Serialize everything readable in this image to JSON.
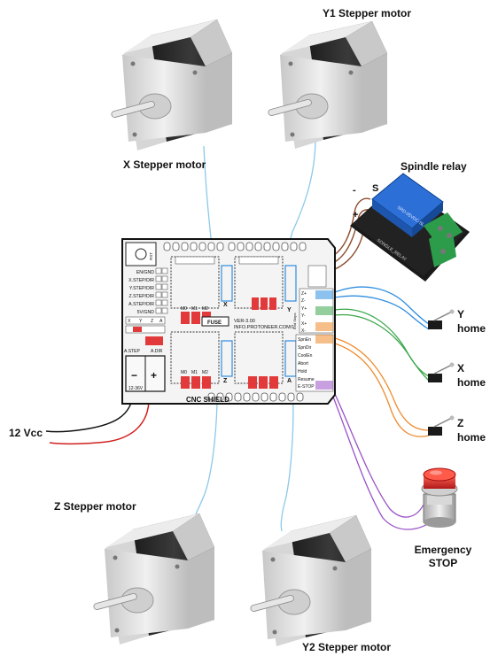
{
  "labels": {
    "x_motor": "X Stepper motor",
    "y1_motor": "Y1 Stepper motor",
    "z_motor": "Z Stepper motor",
    "y2_motor": "Y2 Stepper motor",
    "spindle_relay": "Spindle relay",
    "vcc": "12 Vcc",
    "y_home_1": "Y",
    "y_home_2": "home",
    "x_home_1": "X",
    "x_home_2": "home",
    "z_home_1": "Z",
    "z_home_2": "home",
    "estop_1": "Emergency",
    "estop_2": "STOP"
  },
  "relay": {
    "minus": "-",
    "plus": "+",
    "signal": "S",
    "brand": "SRD-05VDC-SL-C",
    "board": "SONGLE_RELAY"
  },
  "shield": {
    "title": "CNC SHIELD",
    "version": "VER-3.00",
    "website": "INFO.PROTONEER.COM/1",
    "fuse": "FUSE",
    "rst": "RST",
    "left_pins": [
      "EN/GND",
      "X.STEP/DIR",
      "Y.STEP/DIR",
      "Z.STEP/DIR",
      "A.STEP/DIR",
      "5V/GND"
    ],
    "microstep": [
      "M0",
      "M1",
      "M2"
    ],
    "driver_x": "X",
    "driver_y": "Y",
    "driver_z": "Z",
    "driver_a": "A",
    "power_minus": "−",
    "power_plus": "+",
    "power_range": "12-36V",
    "end_stops": [
      "Z+",
      "Z-",
      "Y+",
      "Y-",
      "X+",
      "X-"
    ],
    "end_stops_label": "End Stops",
    "controls": [
      "SpnEn",
      "SpnDir",
      "CoolEn",
      "Abort",
      "Hold",
      "Resume",
      "E-STOP"
    ],
    "clone": [
      "X",
      "Y",
      "Z",
      "A"
    ],
    "a_step": "A.STEP",
    "a_dir": "A.DIR"
  },
  "colors": {
    "motor_body": "#2b2b2b",
    "motor_cap": "#dcdcdc",
    "board": "#f4f4f4",
    "wire_blue": "#2f8ee0",
    "wire_green": "#3aa64a",
    "wire_orange": "#ee8a2a",
    "wire_purple": "#9a52c7",
    "wire_brown": "#8a4b2a",
    "wire_lightblue": "#8cc8ea",
    "jumper_red": "#e23a3a"
  }
}
